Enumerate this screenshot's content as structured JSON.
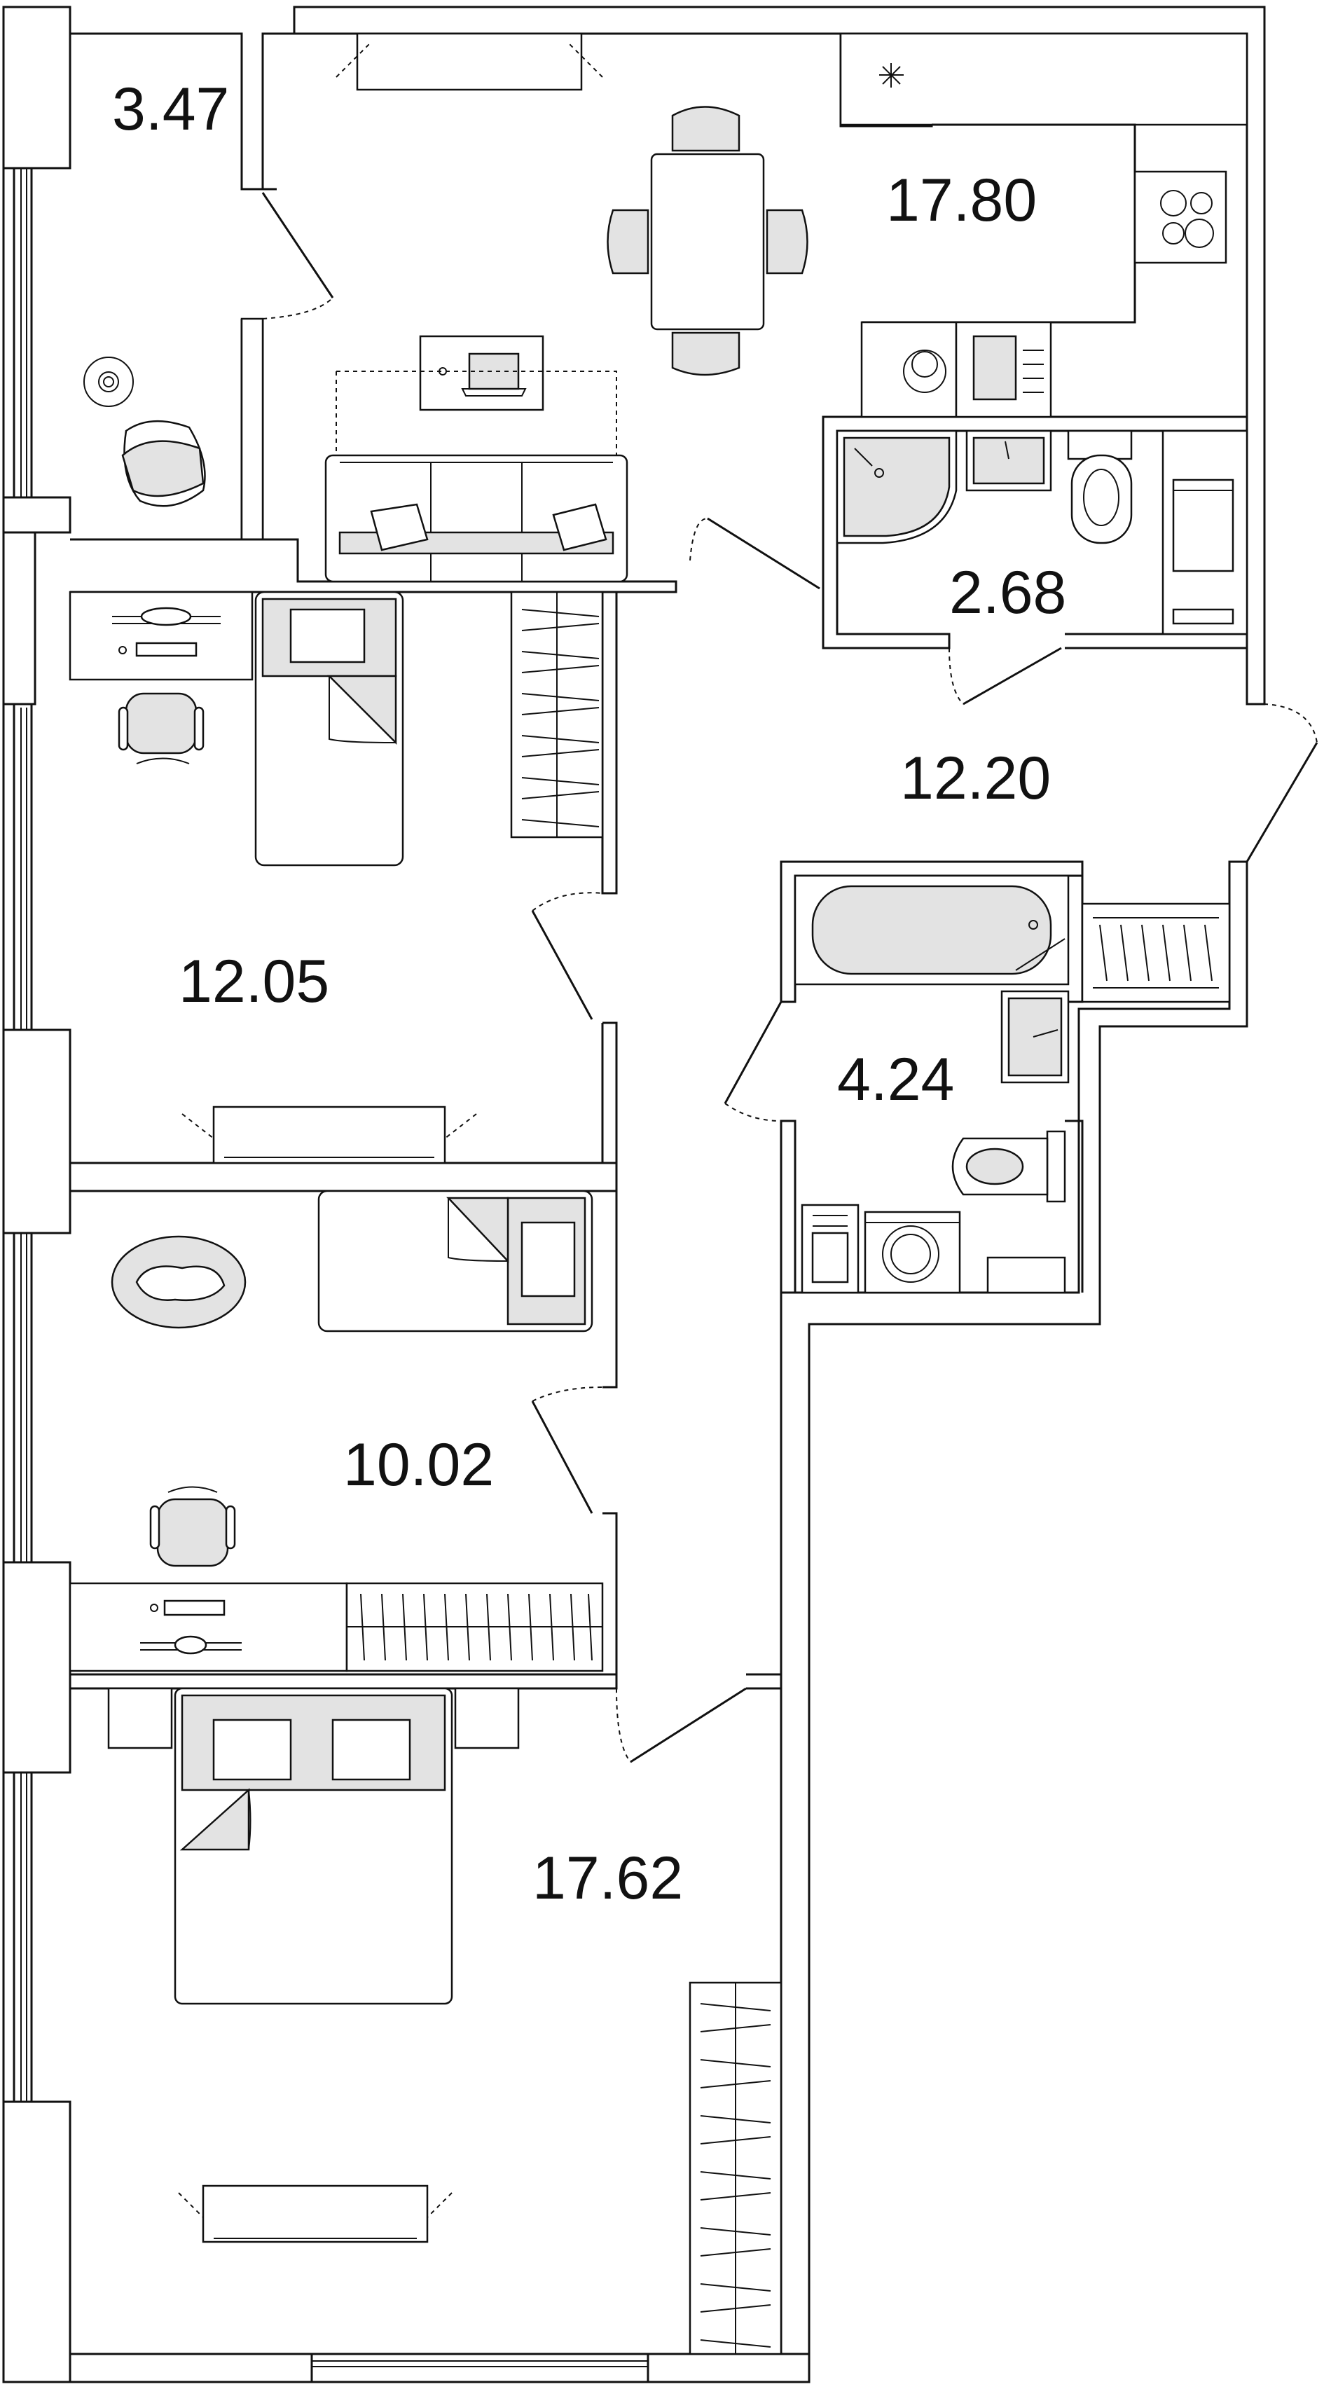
{
  "floor_plan": {
    "rooms": [
      {
        "id": "storage",
        "area": "3.47"
      },
      {
        "id": "kitchen_living",
        "area": "17.80"
      },
      {
        "id": "shower_room",
        "area": "2.68"
      },
      {
        "id": "hallway",
        "area": "12.20"
      },
      {
        "id": "bedroom_1",
        "area": "12.05"
      },
      {
        "id": "bathroom",
        "area": "4.24"
      },
      {
        "id": "bedroom_2",
        "area": "10.02"
      },
      {
        "id": "master_bedroom",
        "area": "17.62"
      }
    ]
  }
}
